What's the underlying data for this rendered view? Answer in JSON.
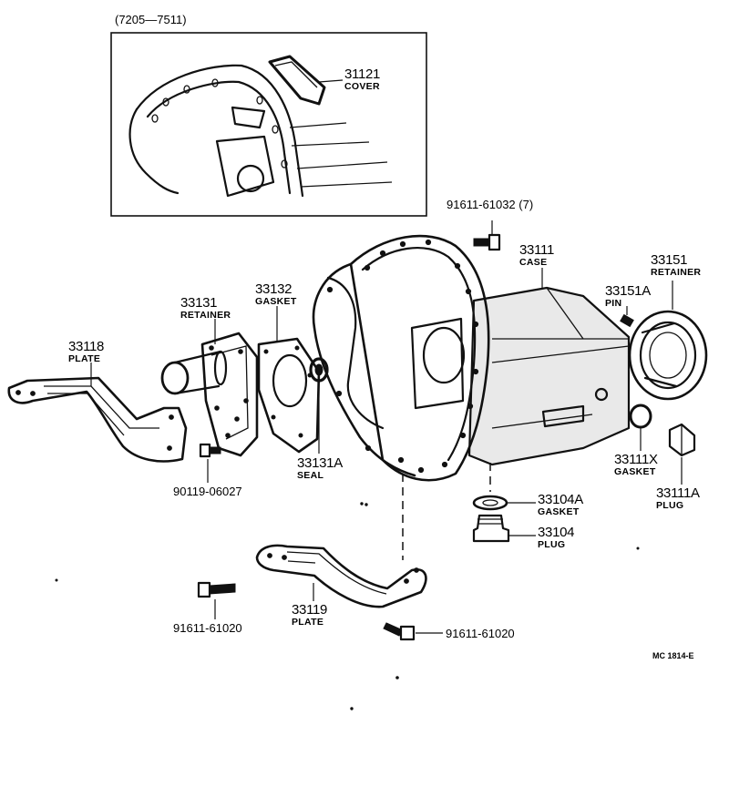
{
  "inset": {
    "range": "(7205—7511)"
  },
  "parts": {
    "p31121": {
      "number": "31121",
      "name": "COVER"
    },
    "p33111": {
      "number": "33111",
      "name": "CASE"
    },
    "p33151": {
      "number": "33151",
      "name": "RETAINER"
    },
    "p33151A": {
      "number": "33151A",
      "name": "PIN"
    },
    "p33131": {
      "number": "33131",
      "name": "RETAINER"
    },
    "p33132": {
      "number": "33132",
      "name": "GASKET"
    },
    "p33118": {
      "number": "33118",
      "name": "PLATE"
    },
    "p33131A": {
      "number": "33131A",
      "name": "SEAL"
    },
    "p33111X": {
      "number": "33111X",
      "name": "GASKET"
    },
    "p33111A": {
      "number": "33111A",
      "name": "PLUG"
    },
    "p33104A": {
      "number": "33104A",
      "name": "GASKET"
    },
    "p33104": {
      "number": "33104",
      "name": "PLUG"
    },
    "p33119": {
      "number": "33119",
      "name": "PLATE"
    }
  },
  "bolts": {
    "b91611_61032": "91611-61032 (7)",
    "b90119_06027": "90119-06027",
    "b91611_61020a": "91611-61020",
    "b91611_61020b": "91611-61020"
  },
  "diagram_code": "MC 1814-E"
}
